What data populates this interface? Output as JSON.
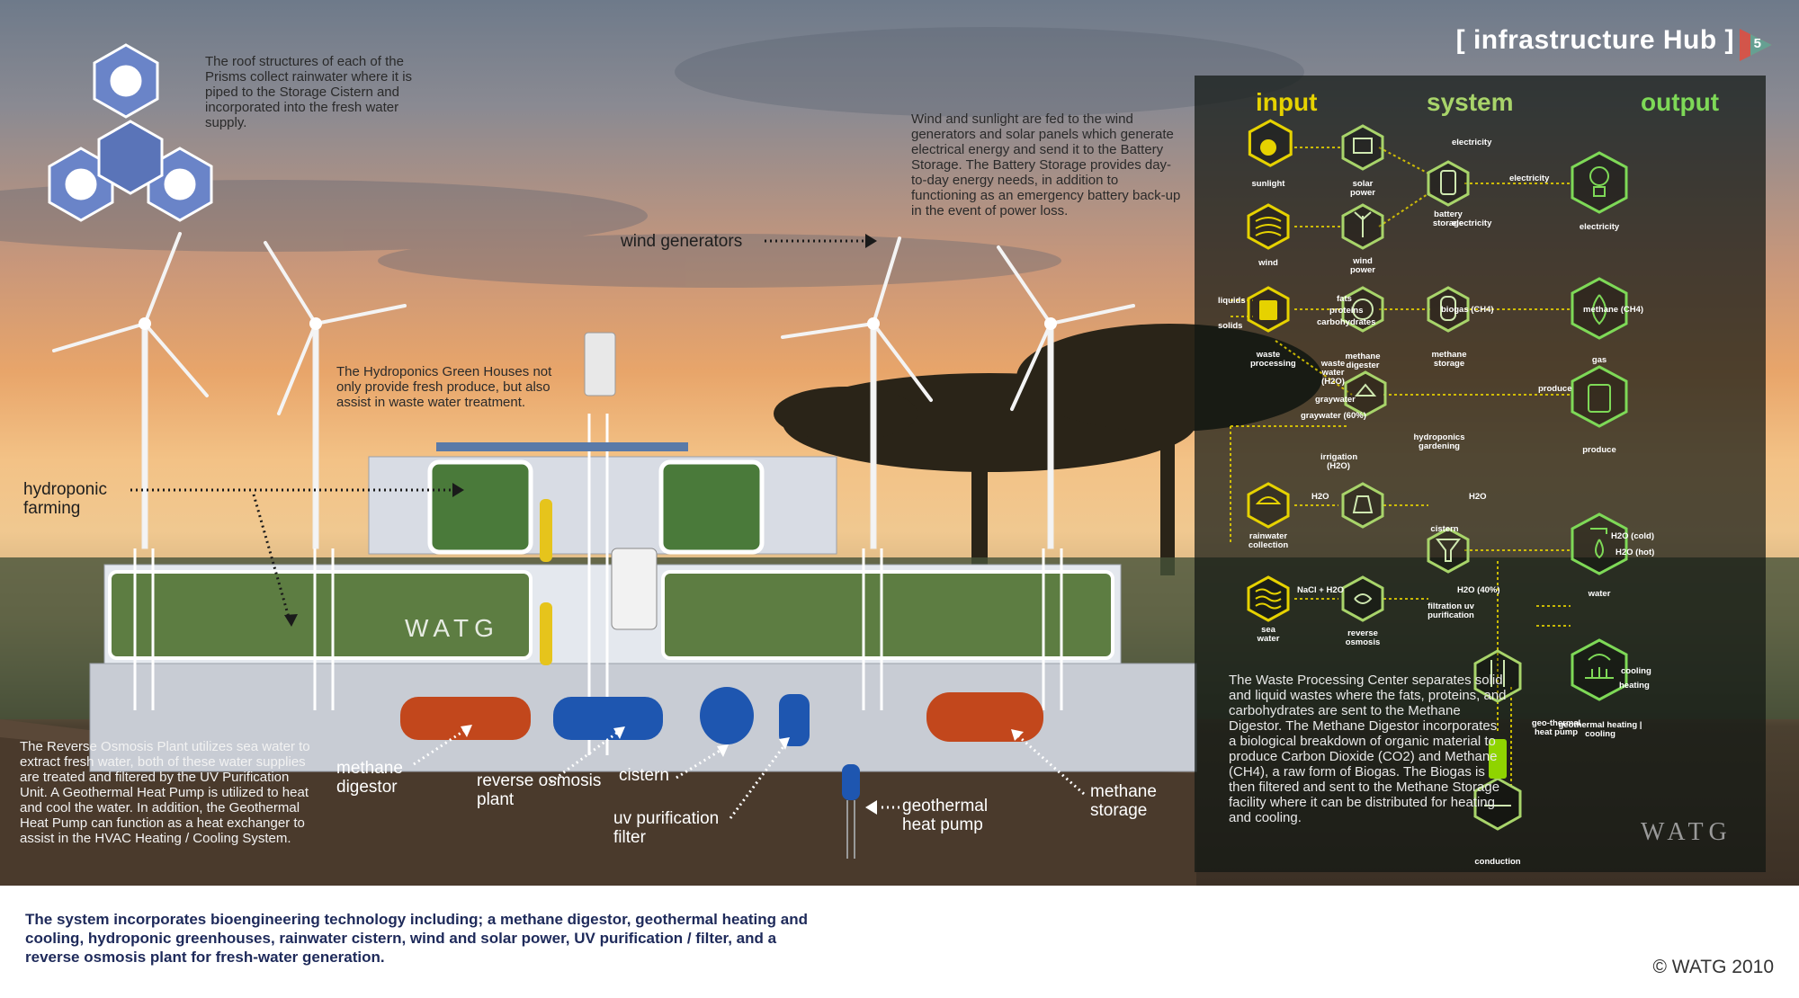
{
  "header": {
    "title": "[ infrastructure Hub ]",
    "page_number": "5"
  },
  "annotations": {
    "roof_text": "The roof structures of each of the Prisms collect rainwater where it is piped to the Storage Cistern and incorporated into the fresh water supply.",
    "wind_text": "Wind and sunlight are fed to the wind generators and solar panels which generate  electrical energy and send it to the Battery Storage.  The Battery Storage provides day-to-day energy needs, in addition to functioning as an emergency battery back-up in the event of power loss.",
    "hydroponics_text": "The Hydroponics Green Houses not only provide fresh produce, but also assist in waste water treatment.",
    "ro_text": "The Reverse Osmosis Plant utilizes sea water to extract fresh water, both of these water supplies are treated and filtered by the UV Purification Unit.  A Geothermal Heat Pump is utilized to heat and cool the water.  In addition, the Geothermal Heat Pump can function as a heat exchanger to assist in the HVAC Heating / Cooling System."
  },
  "labels": {
    "wind_generators": "wind generators",
    "hydroponic_farming": "hydroponic farming",
    "methane_digestor": "methane digestor",
    "reverse_osmosis": "reverse osmosis plant",
    "cistern": "cistern",
    "uv_filter": "uv purification filter",
    "geothermal": "geothermal heat pump",
    "methane_storage": "methane storage",
    "building_logo": "WATG"
  },
  "hub": {
    "headings": {
      "input": "input",
      "system": "system",
      "output": "output"
    },
    "nodes": {
      "sunlight": "sunlight",
      "wind": "wind",
      "waste_processing": "waste processing",
      "rainwater_collection": "rainwater collection",
      "sea_water": "sea water",
      "solar_power": "solar power",
      "wind_power": "wind power",
      "methane_digester": "methane digester",
      "hydroponics_gardening": "hydroponics gardening",
      "cistern": "cistern",
      "reverse_osmosis": "reverse osmosis",
      "battery_storage": "battery storage",
      "methane_storage": "methane storage",
      "filtration": "filtration uv purification",
      "geothermal_heat_pump": "geo-thermal heat pump",
      "conduction": "conduction",
      "electricity": "electricity",
      "gas": "gas",
      "produce": "produce",
      "water": "water",
      "geothermal_heating_cooling": "geothermal heating | cooling"
    },
    "flows": {
      "electricity_1": "electricity",
      "electricity_2": "electricity",
      "electricity_3": "electricity",
      "liquids": "liquids",
      "solids": "solids",
      "fats": "fats",
      "proteins": "proteins",
      "carbohydrates": "carbohydrates",
      "biogas": "biogas (CH4)",
      "methane": "methane (CH4)",
      "waste_water": "waste water (H2O)",
      "graywater": "graywater",
      "graywater_60": "graywater (60%)",
      "produce": "produce",
      "irrigation": "irrigation (H2O)",
      "h2o_1": "H2O",
      "h2o_2": "H2O",
      "nacl": "NaCl + H2O",
      "h2o_40": "H2O (40%)",
      "h2o_cold": "H2O (cold)",
      "h2o_hot": "H2O (hot)",
      "cooling": "cooling",
      "heating": "heating"
    },
    "paragraph": "The Waste Processing Center separates solid and liquid wastes where the fats, proteins, and carbohydrates are sent to the Methane Digestor.  The Methane Digestor incorporates a biological breakdown of organic material to produce Carbon Dioxide (CO2) and Methane (CH4), a raw form of Biogas.  The Biogas is then filtered and sent to the Methane Storage facility where it can be distributed for heating and cooling.",
    "logo": "WATG",
    "icon_names": [
      "sun-icon",
      "wind-icon",
      "trash-icon",
      "rain-icon",
      "waves-icon",
      "solar-panel-icon",
      "turbine-icon",
      "ch4-icon",
      "house-plant-icon",
      "flask-icon",
      "ro-icon",
      "battery-icon",
      "gas-tank-icon",
      "filter-icon",
      "geothermal-icon",
      "ground-icon",
      "bulb-icon",
      "flame-icon",
      "jar-icon",
      "tap-icon",
      "heating-icon"
    ],
    "colors": {
      "input": "#e6d200",
      "system": "#a8d46a",
      "output": "#7ed957"
    }
  },
  "footer": {
    "caption": "The system incorporates bioengineering technology including; a methane digestor, geothermal heating and cooling, hydroponic greenhouses, rainwater cistern, wind and solar power, UV purification / filter, and a reverse osmosis plant for fresh-water generation.",
    "copyright": "© WATG 2010"
  },
  "colors": {
    "accent": "#e04a2a",
    "caption": "#1e2a5a",
    "badge": "#e84a3a"
  }
}
